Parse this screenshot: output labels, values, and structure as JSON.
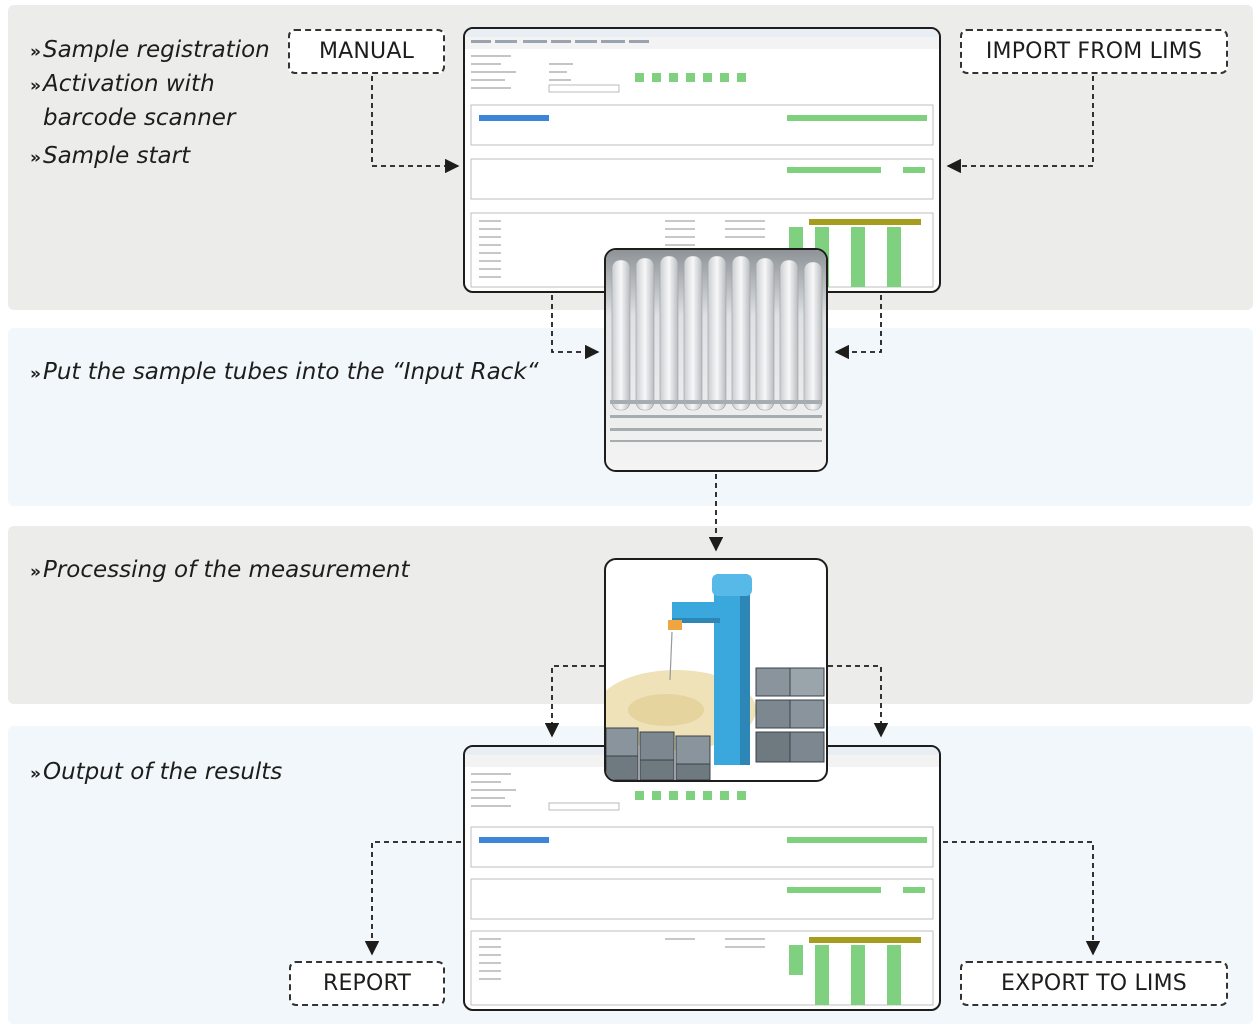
{
  "steps": {
    "registration": [
      "Sample registration",
      "Activation with",
      "barcode scanner",
      "Sample start"
    ],
    "rack": "Put the sample tubes into the “Input Rack“",
    "processing": "Processing of the measurement",
    "output": "Output of the results"
  },
  "tags": {
    "manual": "MANUAL",
    "import": "IMPORT FROM LIMS",
    "report": "REPORT",
    "export": "EXPORT TO LIMS"
  },
  "colors": {
    "panel_gray": "#ececea",
    "panel_blue": "#f1f7fb",
    "robot_blue": "#3aa7dd",
    "highlight_green": "#7fd17f",
    "highlight_olive": "#a69c1e"
  },
  "icons": {
    "bullet": "double-chevron-right"
  }
}
